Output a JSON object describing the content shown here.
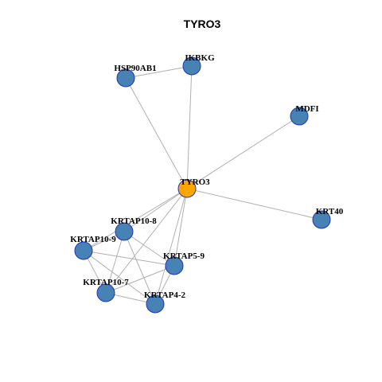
{
  "title": "TYRO3",
  "colors": {
    "center_fill": "#FFA500",
    "node_fill": "#4682B4",
    "node_stroke": "#2233BB",
    "edge": "#B0B0B0"
  },
  "nodes": [
    {
      "id": "TYRO3",
      "label": "TYRO3",
      "center": true
    },
    {
      "id": "HSP90AB1",
      "label": "HSP90AB1"
    },
    {
      "id": "IKBKG",
      "label": "IKBKG"
    },
    {
      "id": "MDFI",
      "label": "MDFI"
    },
    {
      "id": "KRT40",
      "label": "KRT40"
    },
    {
      "id": "KRTAP10-8",
      "label": "KRTAP10-8"
    },
    {
      "id": "KRTAP10-9",
      "label": "KRTAP10-9"
    },
    {
      "id": "KRTAP5-9",
      "label": "KRTAP5-9"
    },
    {
      "id": "KRTAP10-7",
      "label": "KRTAP10-7"
    },
    {
      "id": "KRTAP4-2",
      "label": "KRTAP4-2"
    }
  ],
  "edges": [
    [
      "HSP90AB1",
      "IKBKG"
    ],
    [
      "HSP90AB1",
      "TYRO3"
    ],
    [
      "IKBKG",
      "TYRO3"
    ],
    [
      "MDFI",
      "TYRO3"
    ],
    [
      "KRT40",
      "TYRO3"
    ],
    [
      "KRTAP10-8",
      "TYRO3"
    ],
    [
      "KRTAP10-9",
      "TYRO3"
    ],
    [
      "KRTAP5-9",
      "TYRO3"
    ],
    [
      "KRTAP10-7",
      "TYRO3"
    ],
    [
      "KRTAP4-2",
      "TYRO3"
    ],
    [
      "KRTAP10-8",
      "KRTAP10-9"
    ],
    [
      "KRTAP10-8",
      "KRTAP5-9"
    ],
    [
      "KRTAP10-8",
      "KRTAP10-7"
    ],
    [
      "KRTAP10-8",
      "KRTAP4-2"
    ],
    [
      "KRTAP10-9",
      "KRTAP5-9"
    ],
    [
      "KRTAP10-9",
      "KRTAP10-7"
    ],
    [
      "KRTAP10-9",
      "KRTAP4-2"
    ],
    [
      "KRTAP5-9",
      "KRTAP10-7"
    ],
    [
      "KRTAP5-9",
      "KRTAP4-2"
    ],
    [
      "KRTAP10-7",
      "KRTAP4-2"
    ]
  ]
}
